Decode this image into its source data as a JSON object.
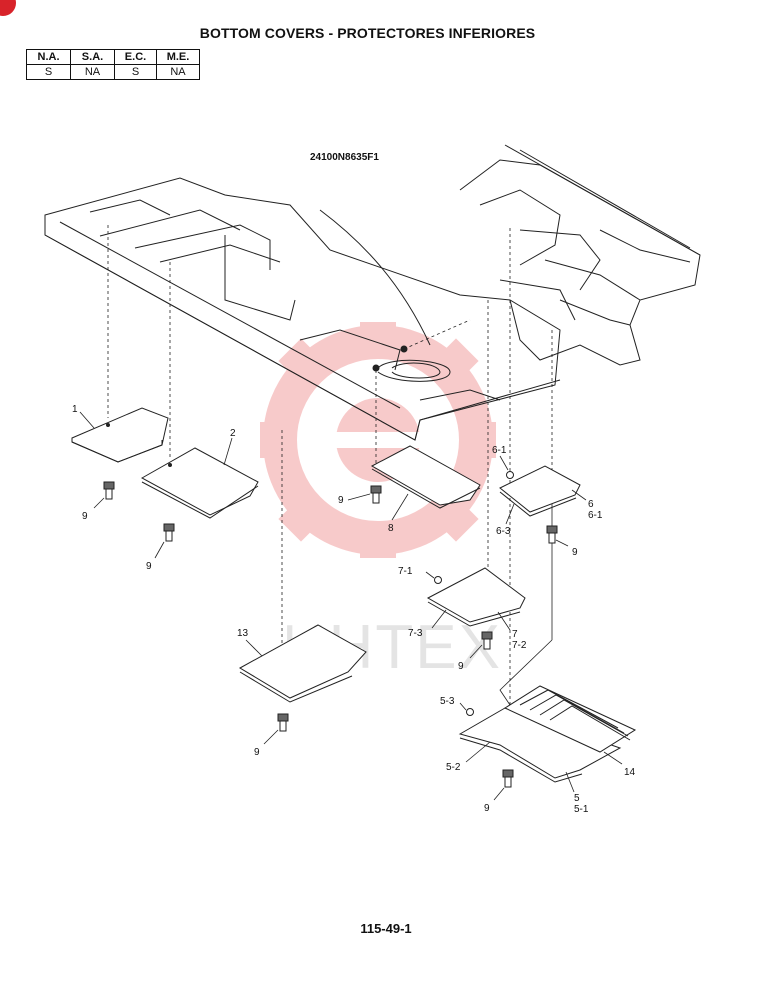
{
  "header": {
    "title": "BOTTOM COVERS -  PROTECTORES INFERIORES"
  },
  "applicability_table": {
    "columns": [
      "N.A.",
      "S.A.",
      "E.C.",
      "M.E."
    ],
    "values": [
      "S",
      "NA",
      "S",
      "NA"
    ]
  },
  "drawing": {
    "drawing_number": "24100N8635F1",
    "callouts": [
      "1",
      "2",
      "9",
      "9",
      "13",
      "9",
      "9",
      "8",
      "6-1",
      "6",
      "6-1",
      "6-3",
      "9",
      "7-1",
      "7-3",
      "7",
      "7-2",
      "9",
      "5-3",
      "5-2",
      "14",
      "9",
      "5",
      "5-1"
    ]
  },
  "watermark": {
    "text": "ИНТЕХ",
    "color": "#f2a0a0"
  },
  "footer": {
    "page_number": "115-49-1"
  }
}
